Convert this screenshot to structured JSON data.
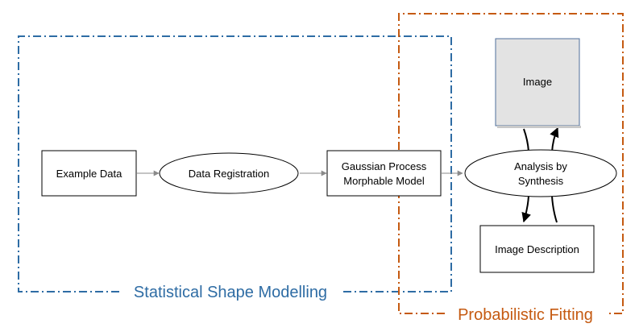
{
  "regions": {
    "statistical_shape_modelling": {
      "label": "Statistical Shape Modelling",
      "color": "#2e6ca4"
    },
    "probabilistic_fitting": {
      "label": "Probabilistic Fitting",
      "color": "#c55a11"
    }
  },
  "nodes": {
    "example_data": {
      "label": "Example Data"
    },
    "data_registration": {
      "label": "Data Registration"
    },
    "gp_model": {
      "line1": "Gaussian Process",
      "line2": "Morphable Model"
    },
    "analysis_by_synthesis": {
      "line1": "Analysis by",
      "line2": "Synthesis"
    },
    "image": {
      "label": "Image"
    },
    "image_description": {
      "label": "Image Description"
    }
  },
  "colors": {
    "node_stroke": "#000000",
    "image_fill": "#e3e3e3",
    "image_stroke": "#4f6f9b",
    "connector": "#8a8a8a"
  }
}
